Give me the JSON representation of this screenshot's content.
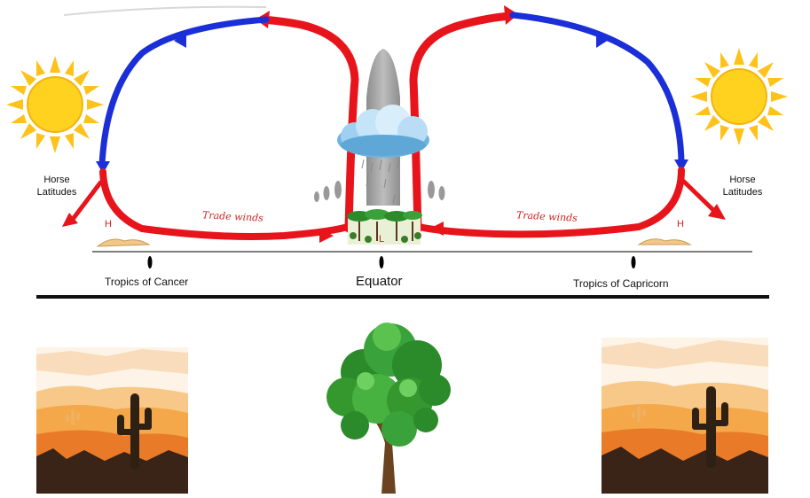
{
  "labels": {
    "horse_latitudes_left": [
      "Horse",
      "Latitudes"
    ],
    "horse_latitudes_right": [
      "Horse",
      "Latitudes"
    ],
    "trade_winds_left": "Trade winds",
    "trade_winds_right": "Trade winds",
    "high_left": "H",
    "high_right": "H",
    "low_center": "L",
    "tropic_cancer": "Tropics of Cancer",
    "equator": "Equator",
    "tropic_capricorn": "Tropics of Capricorn"
  },
  "colors": {
    "warm_air": "#e8141c",
    "cool_air": "#1b2fd8",
    "sun": "#ffcc1a",
    "tower": "#a8a8a8",
    "tree_green": "#2f9a2a",
    "desert_sky": "#fbe3c7",
    "desert_band_1": "#f6b34d",
    "desert_band_2": "#e97825",
    "desert_ground": "#3a2417"
  },
  "icons": [
    "sun-icon",
    "cloud-icon",
    "tree-icon",
    "cactus-icon",
    "rain-drops-icon"
  ]
}
